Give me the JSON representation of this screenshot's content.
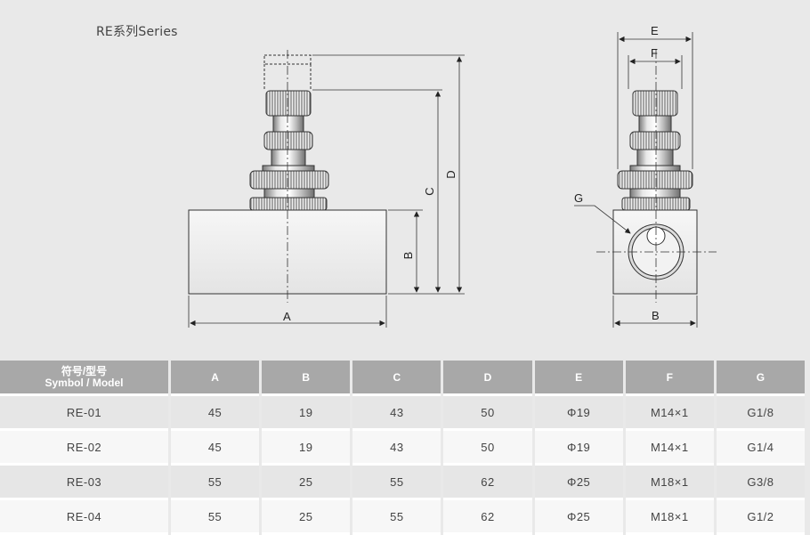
{
  "drawing": {
    "title": "RE系列Series",
    "labels": {
      "a": "A",
      "b": "B",
      "c": "C",
      "d": "D",
      "e": "E",
      "f": "F",
      "g": "G",
      "b_side": "B"
    }
  },
  "table": {
    "header": {
      "model_cn": "符号/型号",
      "model_en": "Symbol / Model",
      "cols": [
        "A",
        "B",
        "C",
        "D",
        "E",
        "F",
        "G"
      ]
    },
    "rows": [
      {
        "model": "RE-01",
        "a": "45",
        "b": "19",
        "c": "43",
        "d": "50",
        "e": "Φ19",
        "f": "M14×1",
        "g": "G1/8"
      },
      {
        "model": "RE-02",
        "a": "45",
        "b": "19",
        "c": "43",
        "d": "50",
        "e": "Φ19",
        "f": "M14×1",
        "g": "G1/4"
      },
      {
        "model": "RE-03",
        "a": "55",
        "b": "25",
        "c": "55",
        "d": "62",
        "e": "Φ25",
        "f": "M18×1",
        "g": "G3/8"
      },
      {
        "model": "RE-04",
        "a": "55",
        "b": "25",
        "c": "55",
        "d": "62",
        "e": "Φ25",
        "f": "M18×1",
        "g": "G1/2"
      }
    ]
  }
}
